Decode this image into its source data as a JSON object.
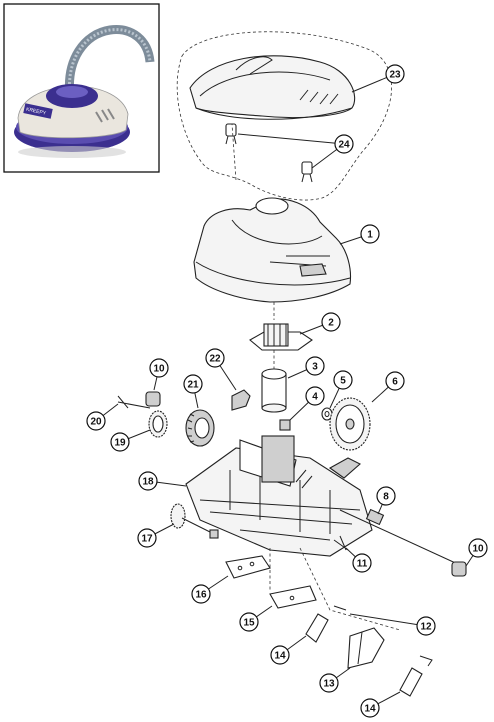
{
  "colors": {
    "line": "#222222",
    "photo_shell": "#3b2f8f",
    "photo_body": "#eae6de",
    "photo_hose": "#8a9aa8"
  },
  "inset_photo": {
    "icon": "pool-cleaner-product-photo",
    "brand_text": "KREEPY"
  },
  "callouts": [
    {
      "id": "c1",
      "label": "1"
    },
    {
      "id": "c2",
      "label": "2"
    },
    {
      "id": "c3",
      "label": "3"
    },
    {
      "id": "c4",
      "label": "4"
    },
    {
      "id": "c5",
      "label": "5"
    },
    {
      "id": "c6",
      "label": "6"
    },
    {
      "id": "c8",
      "label": "8"
    },
    {
      "id": "c10a",
      "label": "10"
    },
    {
      "id": "c10b",
      "label": "10"
    },
    {
      "id": "c11",
      "label": "11"
    },
    {
      "id": "c12",
      "label": "12"
    },
    {
      "id": "c13",
      "label": "13"
    },
    {
      "id": "c14a",
      "label": "14"
    },
    {
      "id": "c14b",
      "label": "14"
    },
    {
      "id": "c15",
      "label": "15"
    },
    {
      "id": "c16",
      "label": "16"
    },
    {
      "id": "c17",
      "label": "17"
    },
    {
      "id": "c18",
      "label": "18"
    },
    {
      "id": "c19",
      "label": "19"
    },
    {
      "id": "c20",
      "label": "20"
    },
    {
      "id": "c21",
      "label": "21"
    },
    {
      "id": "c22",
      "label": "22"
    },
    {
      "id": "c23",
      "label": "23"
    },
    {
      "id": "c24",
      "label": "24"
    }
  ]
}
